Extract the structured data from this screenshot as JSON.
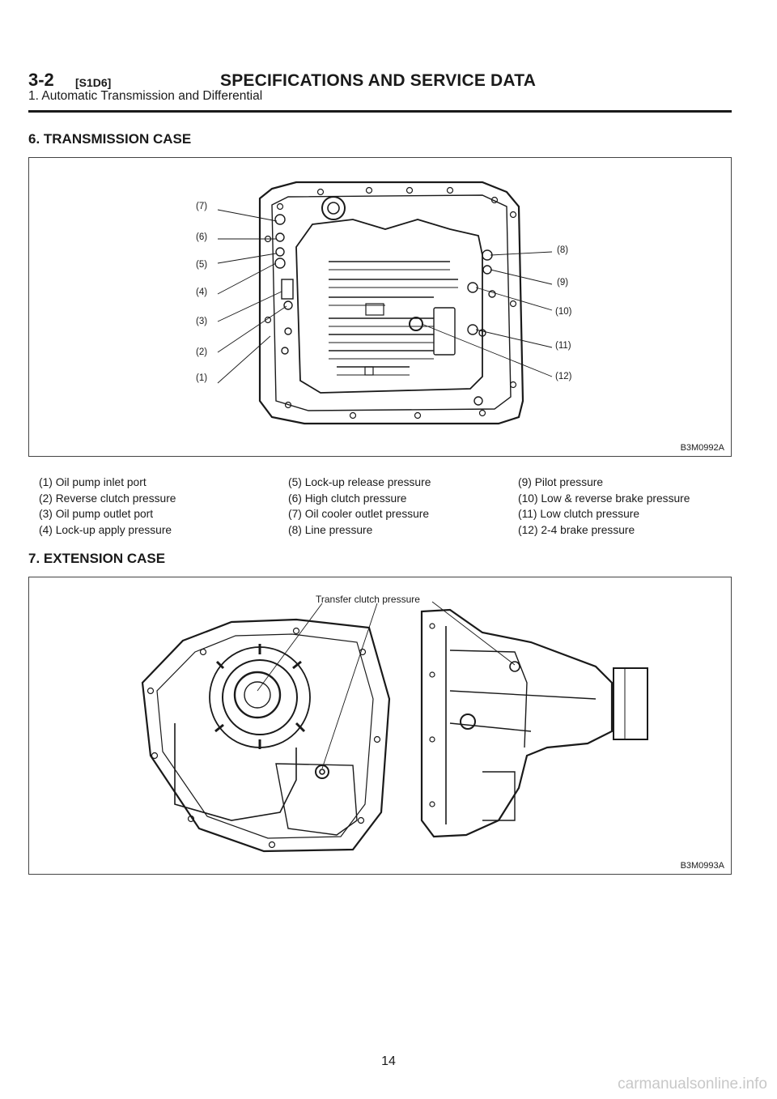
{
  "header": {
    "section": "3-2",
    "code": "[S1D6]",
    "title": "SPECIFICATIONS AND SERVICE DATA",
    "subtitle": "1. Automatic Transmission and Differential"
  },
  "section6": {
    "title": "6. TRANSMISSION CASE",
    "figure_id": "B3M0992A",
    "callouts": [
      "(7)",
      "(6)",
      "(5)",
      "(4)",
      "(3)",
      "(2)",
      "(1)",
      "(8)",
      "(9)",
      "(10)",
      "(11)",
      "(12)"
    ],
    "legend_col1": [
      "(1)  Oil pump inlet port",
      "(2)  Reverse clutch pressure",
      "(3)  Oil pump outlet port",
      "(4)  Lock-up apply pressure"
    ],
    "legend_col2": [
      "(5)  Lock-up release pressure",
      "(6)  High clutch pressure",
      "(7)  Oil cooler outlet pressure",
      "(8)  Line pressure"
    ],
    "legend_col3": [
      "(9)  Pilot pressure",
      "(10) Low & reverse brake pressure",
      "(11) Low clutch pressure",
      "(12) 2-4 brake pressure"
    ]
  },
  "section7": {
    "title": "7. EXTENSION CASE",
    "figure_id": "B3M0993A",
    "callout": "Transfer clutch pressure"
  },
  "footer": {
    "page": "14",
    "watermark": "carmanualsonline.info"
  }
}
